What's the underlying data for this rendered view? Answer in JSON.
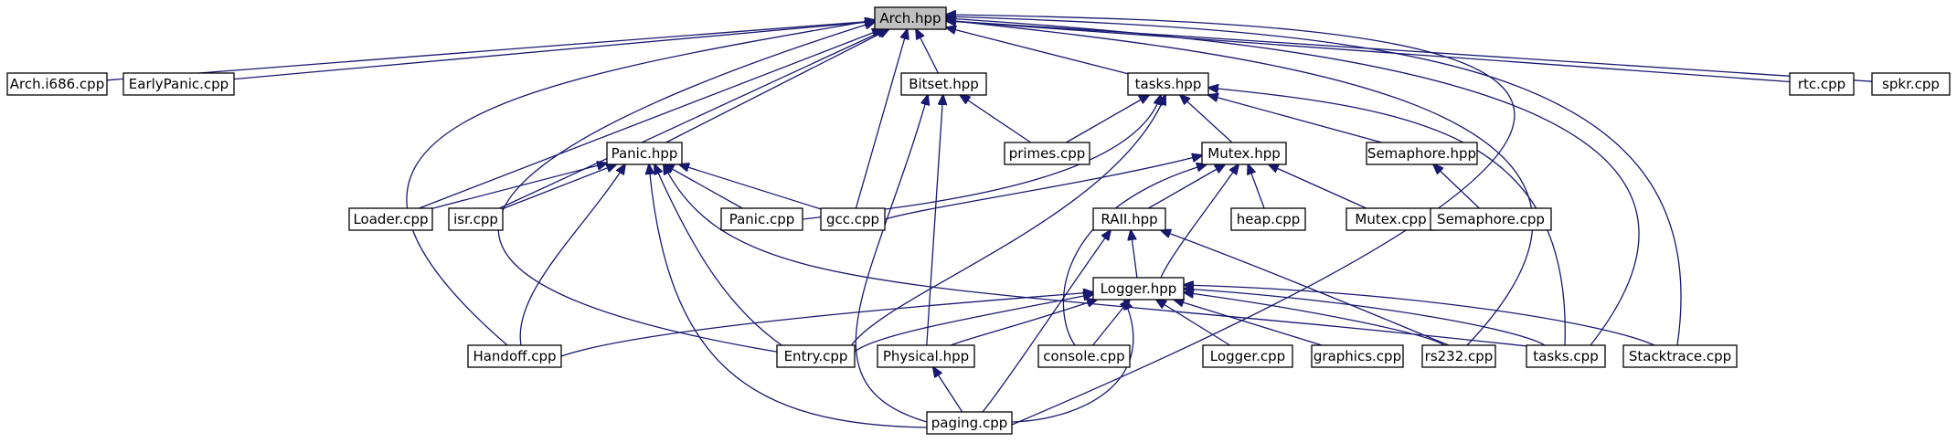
{
  "graph": {
    "nodes": [
      {
        "id": "arch_hpp",
        "label": "Arch.hpp",
        "root": true
      },
      {
        "id": "arch_i686_cpp",
        "label": "Arch.i686.cpp"
      },
      {
        "id": "earlypanic_cpp",
        "label": "EarlyPanic.cpp"
      },
      {
        "id": "bitset_hpp",
        "label": "Bitset.hpp"
      },
      {
        "id": "tasks_hpp",
        "label": "tasks.hpp"
      },
      {
        "id": "rtc_cpp",
        "label": "rtc.cpp"
      },
      {
        "id": "spkr_cpp",
        "label": "spkr.cpp"
      },
      {
        "id": "panic_hpp",
        "label": "Panic.hpp"
      },
      {
        "id": "primes_cpp",
        "label": "primes.cpp"
      },
      {
        "id": "mutex_hpp",
        "label": "Mutex.hpp"
      },
      {
        "id": "semaphore_hpp",
        "label": "Semaphore.hpp"
      },
      {
        "id": "loader_cpp",
        "label": "Loader.cpp"
      },
      {
        "id": "isr_cpp",
        "label": "isr.cpp"
      },
      {
        "id": "panic_cpp",
        "label": "Panic.cpp"
      },
      {
        "id": "gcc_cpp",
        "label": "gcc.cpp"
      },
      {
        "id": "raii_hpp",
        "label": "RAII.hpp"
      },
      {
        "id": "heap_cpp",
        "label": "heap.cpp"
      },
      {
        "id": "mutex_cpp",
        "label": "Mutex.cpp"
      },
      {
        "id": "semaphore_cpp",
        "label": "Semaphore.cpp"
      },
      {
        "id": "logger_hpp",
        "label": "Logger.hpp"
      },
      {
        "id": "handoff_cpp",
        "label": "Handoff.cpp"
      },
      {
        "id": "entry_cpp",
        "label": "Entry.cpp"
      },
      {
        "id": "physical_hpp",
        "label": "Physical.hpp"
      },
      {
        "id": "console_cpp",
        "label": "console.cpp"
      },
      {
        "id": "logger_cpp",
        "label": "Logger.cpp"
      },
      {
        "id": "graphics_cpp",
        "label": "graphics.cpp"
      },
      {
        "id": "rs232_cpp",
        "label": "rs232.cpp"
      },
      {
        "id": "tasks_cpp",
        "label": "tasks.cpp"
      },
      {
        "id": "stacktrace_cpp",
        "label": "Stacktrace.cpp"
      },
      {
        "id": "paging_cpp",
        "label": "paging.cpp"
      }
    ],
    "edges": [
      {
        "from": "arch_hpp",
        "to": "arch_i686_cpp"
      },
      {
        "from": "arch_hpp",
        "to": "earlypanic_cpp"
      },
      {
        "from": "arch_hpp",
        "to": "bitset_hpp"
      },
      {
        "from": "arch_hpp",
        "to": "tasks_hpp"
      },
      {
        "from": "arch_hpp",
        "to": "rtc_cpp"
      },
      {
        "from": "arch_hpp",
        "to": "spkr_cpp"
      },
      {
        "from": "arch_hpp",
        "to": "panic_hpp"
      },
      {
        "from": "arch_hpp",
        "to": "loader_cpp"
      },
      {
        "from": "arch_hpp",
        "to": "isr_cpp"
      },
      {
        "from": "arch_hpp",
        "to": "gcc_cpp"
      },
      {
        "from": "arch_hpp",
        "to": "handoff_cpp"
      },
      {
        "from": "arch_hpp",
        "to": "entry_cpp"
      },
      {
        "from": "arch_hpp",
        "to": "rs232_cpp"
      },
      {
        "from": "arch_hpp",
        "to": "tasks_cpp"
      },
      {
        "from": "arch_hpp",
        "to": "stacktrace_cpp"
      },
      {
        "from": "arch_hpp",
        "to": "paging_cpp"
      },
      {
        "from": "bitset_hpp",
        "to": "primes_cpp"
      },
      {
        "from": "bitset_hpp",
        "to": "physical_hpp"
      },
      {
        "from": "bitset_hpp",
        "to": "paging_cpp"
      },
      {
        "from": "tasks_hpp",
        "to": "primes_cpp"
      },
      {
        "from": "tasks_hpp",
        "to": "mutex_hpp"
      },
      {
        "from": "tasks_hpp",
        "to": "semaphore_hpp"
      },
      {
        "from": "tasks_hpp",
        "to": "panic_cpp"
      },
      {
        "from": "tasks_hpp",
        "to": "entry_cpp"
      },
      {
        "from": "tasks_hpp",
        "to": "tasks_cpp"
      },
      {
        "from": "panic_hpp",
        "to": "loader_cpp"
      },
      {
        "from": "panic_hpp",
        "to": "isr_cpp"
      },
      {
        "from": "panic_hpp",
        "to": "panic_cpp"
      },
      {
        "from": "panic_hpp",
        "to": "gcc_cpp"
      },
      {
        "from": "panic_hpp",
        "to": "handoff_cpp"
      },
      {
        "from": "panic_hpp",
        "to": "entry_cpp"
      },
      {
        "from": "panic_hpp",
        "to": "paging_cpp"
      },
      {
        "from": "panic_hpp",
        "to": "tasks_cpp"
      },
      {
        "from": "mutex_hpp",
        "to": "gcc_cpp"
      },
      {
        "from": "mutex_hpp",
        "to": "raii_hpp"
      },
      {
        "from": "mutex_hpp",
        "to": "heap_cpp"
      },
      {
        "from": "mutex_hpp",
        "to": "mutex_cpp"
      },
      {
        "from": "mutex_hpp",
        "to": "logger_hpp"
      },
      {
        "from": "mutex_hpp",
        "to": "console_cpp"
      },
      {
        "from": "semaphore_hpp",
        "to": "semaphore_cpp"
      },
      {
        "from": "raii_hpp",
        "to": "logger_hpp"
      },
      {
        "from": "raii_hpp",
        "to": "rs232_cpp"
      },
      {
        "from": "raii_hpp",
        "to": "paging_cpp"
      },
      {
        "from": "logger_hpp",
        "to": "handoff_cpp"
      },
      {
        "from": "logger_hpp",
        "to": "entry_cpp"
      },
      {
        "from": "logger_hpp",
        "to": "physical_hpp"
      },
      {
        "from": "logger_hpp",
        "to": "console_cpp"
      },
      {
        "from": "logger_hpp",
        "to": "logger_cpp"
      },
      {
        "from": "logger_hpp",
        "to": "graphics_cpp"
      },
      {
        "from": "logger_hpp",
        "to": "rs232_cpp"
      },
      {
        "from": "logger_hpp",
        "to": "tasks_cpp"
      },
      {
        "from": "logger_hpp",
        "to": "stacktrace_cpp"
      },
      {
        "from": "logger_hpp",
        "to": "paging_cpp"
      },
      {
        "from": "physical_hpp",
        "to": "paging_cpp"
      }
    ]
  }
}
